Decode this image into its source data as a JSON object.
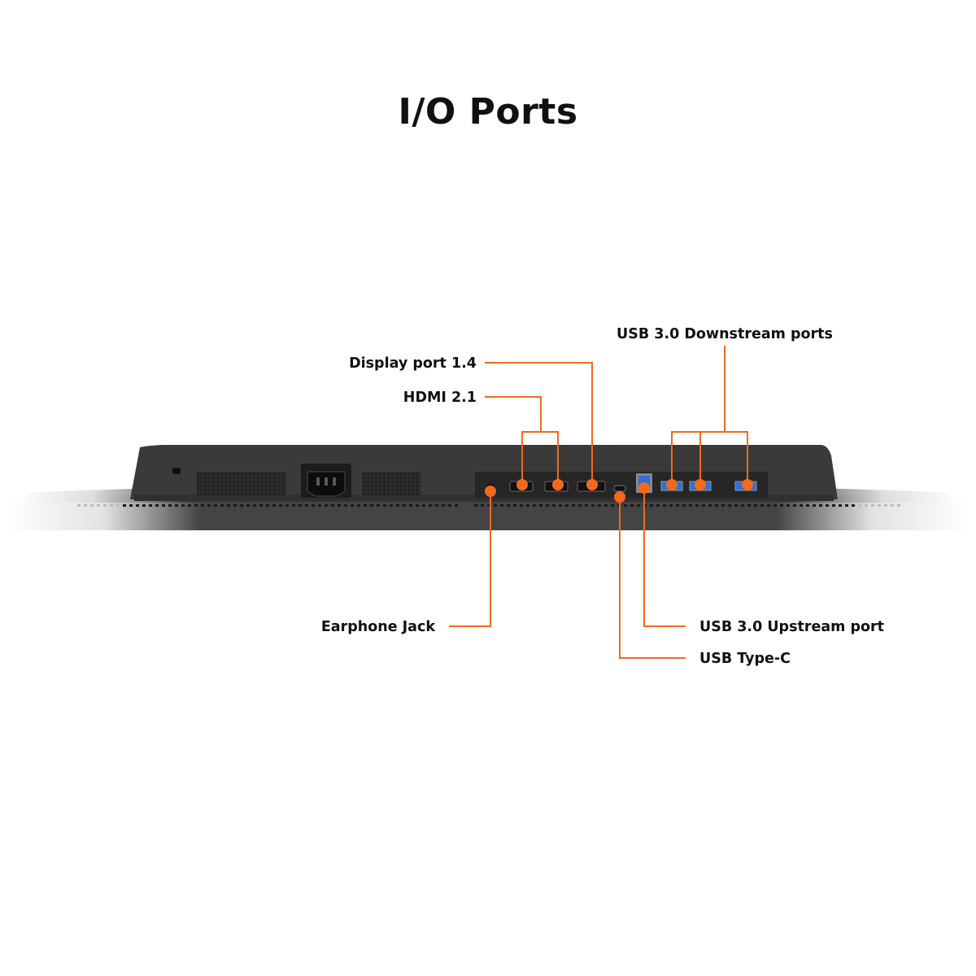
{
  "title": "I/O Ports",
  "colors": {
    "accent": "#F26A1B",
    "monitor_body": "#3a3a3a",
    "monitor_dark": "#2a2a2a",
    "usb_blue": "#2f6fd6",
    "text": "#111111"
  },
  "callouts": {
    "displayport": "Display port 1.4",
    "hdmi": "HDMI 2.1",
    "usb_downstream": "USB 3.0 Downstream ports",
    "earphone": "Earphone Jack",
    "usb_upstream": "USB 3.0 Upstream port",
    "usb_c": "USB Type-C"
  },
  "icons": {
    "lock": "kensington-lock-icon",
    "power": "ac-power-socket-icon",
    "vent": "vent-grille-icon"
  }
}
